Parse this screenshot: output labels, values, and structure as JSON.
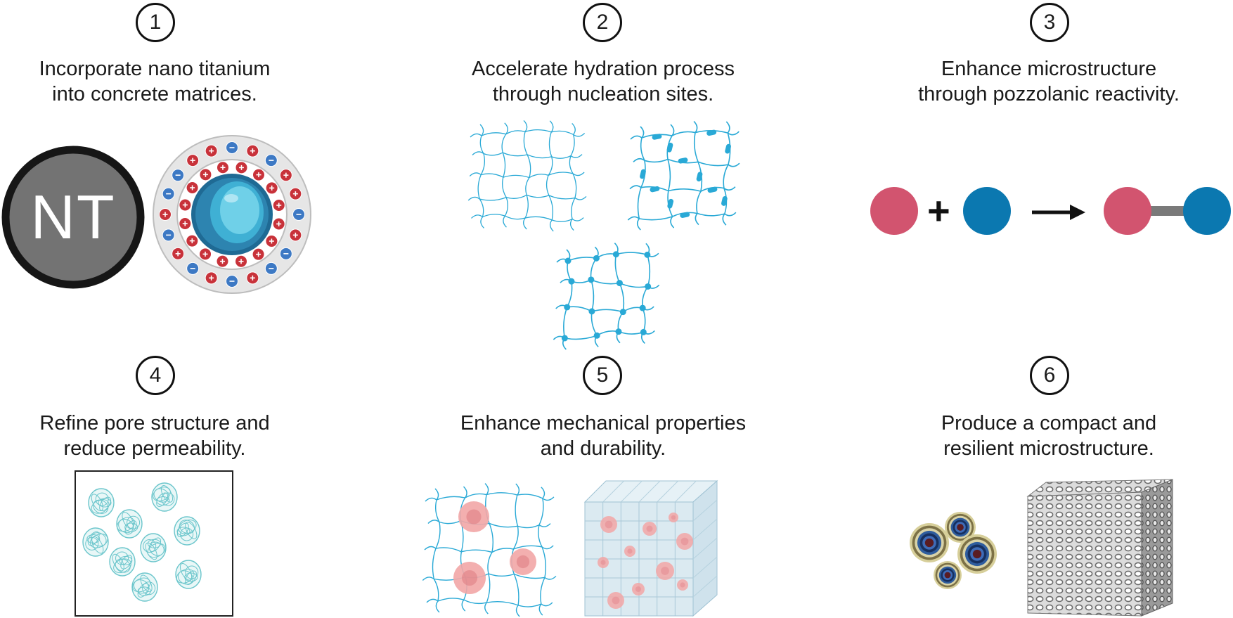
{
  "steps": [
    {
      "number": "1",
      "caption_line1": "Incorporate nano titanium",
      "caption_line2": "into concrete matrices."
    },
    {
      "number": "2",
      "caption_line1": "Accelerate hydration process",
      "caption_line2": "through nucleation sites."
    },
    {
      "number": "3",
      "caption_line1": "Enhance microstructure",
      "caption_line2": "through pozzolanic reactivity."
    },
    {
      "number": "4",
      "caption_line1": "Refine pore structure and",
      "caption_line2": "reduce permeability."
    },
    {
      "number": "5",
      "caption_line1": "Enhance mechanical properties",
      "caption_line2": "and durability."
    },
    {
      "number": "6",
      "caption_line1": "Produce a compact and",
      "caption_line2": "resilient microstructure."
    }
  ],
  "nanoparticle_label": "NT",
  "reaction_plus": "+",
  "colors": {
    "network": "#29a9d6",
    "positive_ion": "#c8323a",
    "negative_ion": "#3d79c4",
    "reactant_a": "#d2546f",
    "reactant_b": "#0b78b0",
    "pore": "#6cc6cc",
    "inclusion": "#f2a6a6",
    "nanoparticle": "#737373"
  }
}
